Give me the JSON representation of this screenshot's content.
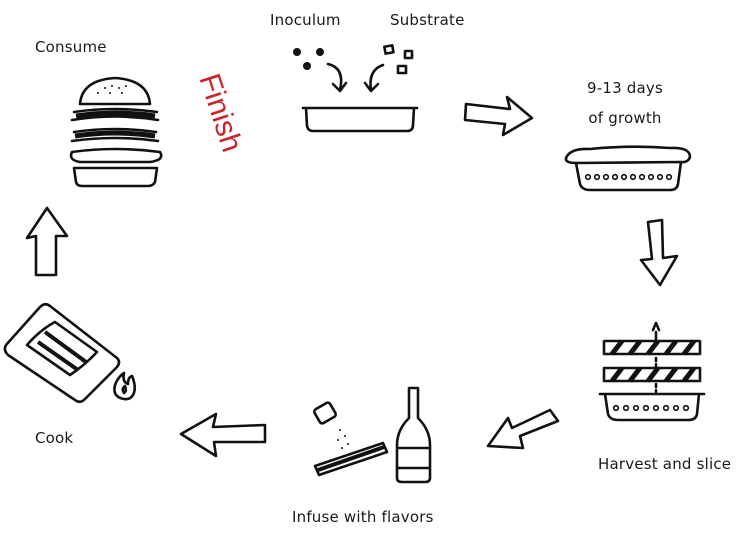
{
  "labels": {
    "inoculum": "Inoculum",
    "substrate": "Substrate",
    "growth_line1": "9-13 days",
    "growth_line2": "of growth",
    "harvest": "Harvest and slice",
    "infuse": "Infuse with flavors",
    "cook": "Cook",
    "consume": "Consume",
    "finish": "Finish"
  },
  "colors": {
    "finish": "#c9252c",
    "ink": "#111111"
  },
  "icons": [
    "inoculum-dots-icon",
    "substrate-cubes-icon",
    "tray-icon",
    "growth-pan-icon",
    "harvest-slices-icon",
    "salt-shaker-icon",
    "bottle-icon",
    "bacon-strip-icon",
    "cooking-pan-icon",
    "flame-icon",
    "burger-icon",
    "arrow-icon"
  ]
}
